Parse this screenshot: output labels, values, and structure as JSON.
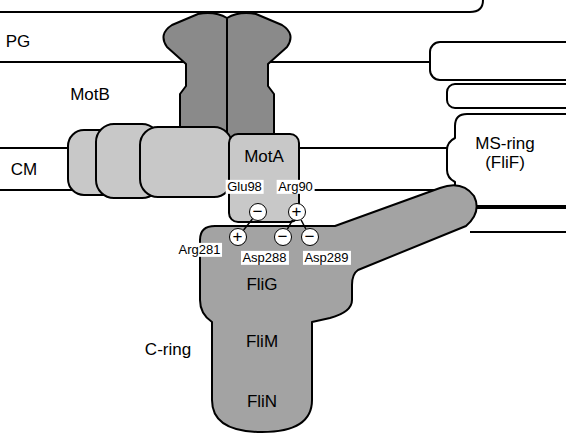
{
  "diagram": {
    "nodes": [
      {
        "text": [
          "MotB"
        ]
      },
      {
        "text": [
          "MotA"
        ]
      },
      {
        "text": [
          "−",
          "Glu98"
        ]
      },
      {
        "text": [
          "+",
          "Arg90"
        ]
      },
      {
        "text": [
          "MS-ring (FliF)"
        ]
      },
      {
        "text": [
          "C-ring",
          "FliG",
          "FliM",
          "FliN"
        ]
      },
      {
        "text": [
          "+",
          "Arg281"
        ]
      },
      {
        "text": [
          "−",
          "Asp288"
        ]
      },
      {
        "text": [
          "−",
          "Asp289"
        ]
      }
    ],
    "edges": [
      {
        "from": 2,
        "to": 6,
        "arrow": "none"
      },
      {
        "from": 3,
        "to": 7,
        "arrow": "none"
      },
      {
        "from": 3,
        "to": 8,
        "arrow": "none"
      }
    ],
    "labels": [
      "PG",
      "CM"
    ]
  }
}
